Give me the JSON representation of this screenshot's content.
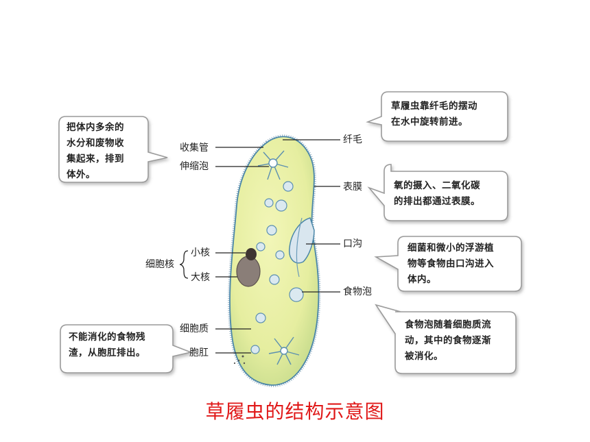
{
  "caption": "草履虫的结构示意图",
  "labels": {
    "collecting_tube": "收集管",
    "contractile_vacuole": "伸缩泡",
    "cilia": "纤毛",
    "pellicle": "表膜",
    "oral_groove": "口沟",
    "nucleus_group": "细胞核",
    "micronucleus": "小核",
    "macronucleus": "大核",
    "food_vacuole": "食物泡",
    "cytoplasm": "细胞质",
    "anal_pore": "胞肛"
  },
  "bubbles": {
    "excretion": [
      "把体内多余的",
      "水分和废物收",
      "集起来，排到",
      "体外。"
    ],
    "cilia": [
      "草履虫靠纤毛的摆动",
      "在水中旋转前进。"
    ],
    "pellicle": [
      "氧的摄入、二氧化碳",
      "的排出都通过表膜。"
    ],
    "oral": [
      "细菌和微小的浮游植",
      "物等食物由口沟进入",
      "体内。"
    ],
    "food": [
      "食物泡随着细胞质流",
      "动，其中的食物逐渐",
      "被消化。"
    ],
    "anal": [
      "不能消化的食物残",
      "渣，从胞肛排出。"
    ]
  },
  "colors": {
    "cell_fill": "#e9f0a2",
    "cell_outline": "#4a86a8",
    "caption": "#e01818",
    "bubble_border": "#9a9a9a"
  }
}
